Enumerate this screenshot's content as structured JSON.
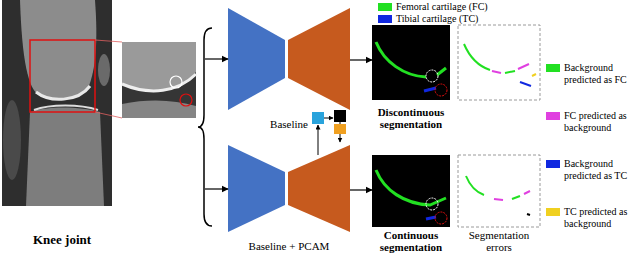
{
  "diagram": {
    "nodes": [
      {
        "text": [
          "Knee joint"
        ]
      },
      {
        "text": [
          "Baseline"
        ]
      },
      {
        "text": [
          "Discontinuous segmentation"
        ]
      },
      {
        "text": [
          "Baseline + PCAM"
        ]
      },
      {
        "text": [
          "Continuous segmentation"
        ]
      },
      {
        "text": [
          "Segmentation errors"
        ]
      }
    ],
    "edges": [
      {
        "from": 0,
        "to": 1,
        "arrow": "to"
      },
      {
        "from": 0,
        "to": 3,
        "arrow": "to"
      },
      {
        "from": 1,
        "to": 2,
        "arrow": "to"
      },
      {
        "from": 3,
        "to": 4,
        "arrow": "to"
      }
    ],
    "legend": [
      {
        "text": "Femoral cartilage (FC)",
        "color": "#22e022"
      },
      {
        "text": "Tibial cartilage (TC)",
        "color": "#1028e0"
      },
      {
        "text": "Background predicted as FC",
        "color": "#22e022"
      },
      {
        "text": "FC predicted as background",
        "color": "#e040e0"
      },
      {
        "text": "Background predicted as TC",
        "color": "#1028e0"
      },
      {
        "text": "TC predicted as background",
        "color": "#f0d020"
      }
    ]
  }
}
